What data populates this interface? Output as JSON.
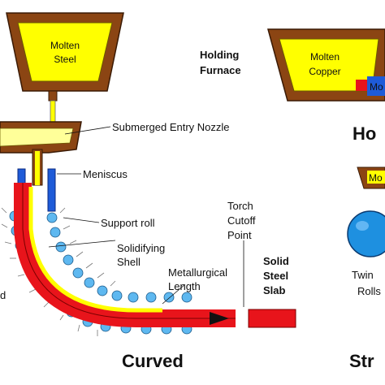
{
  "labels": {
    "molten_steel_line1": "Molten",
    "molten_steel_line2": "Steel",
    "holding_line1": "Holding",
    "holding_line2": "Furnace",
    "molten_copper_line1": "Molten",
    "molten_copper_line2": "Copper",
    "mold_cut_right": "Mo",
    "horizontal_cut": "Ho",
    "submerged_entry_nozzle": "Submerged Entry Nozzle",
    "meniscus": "Meniscus",
    "support_roll": "Support roll",
    "solidifying_line1": "Solidifying",
    "solidifying_line2": "Shell",
    "torch_line1": "Torch",
    "torch_line2": "Cutoff",
    "torch_line3": "Point",
    "metallurgical_line1": "Metallurgical",
    "metallurgical_line2": "Length",
    "solid_line1": "Solid",
    "solid_line2": "Steel",
    "solid_line3": "Slab",
    "strip_mold_cut": "Mo",
    "twin_line1": "Twin",
    "twin_line2": "Rolls",
    "curved_title": "Curved",
    "strip_title_cut": "Str",
    "edge_cut_left": "d"
  },
  "colors": {
    "ladle_shell": "#8B4513",
    "molten": "#FFFF00",
    "tundish_fill": "#FFFF99",
    "mold_blue": "#1E5BD8",
    "strand_red": "#E8141B",
    "roll_blue": "#5EB8F0",
    "twin_roll_blue": "#1E90E0"
  }
}
